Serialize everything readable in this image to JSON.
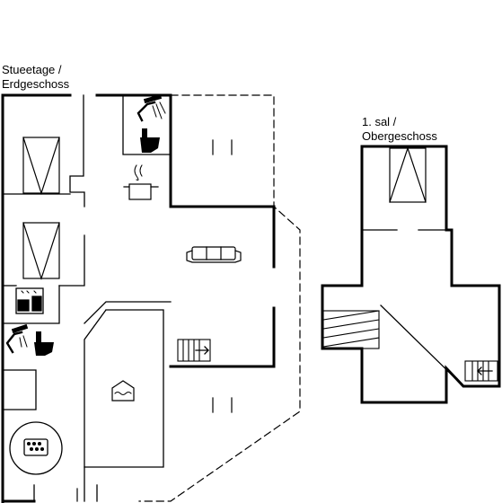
{
  "labels": {
    "ground_floor": [
      "Stueetage /",
      "Erdgeschoss"
    ],
    "upper_floor": [
      "1. sal /",
      "Obergeschoss"
    ]
  },
  "colors": {
    "wall": "#000000",
    "background": "#ffffff"
  },
  "icons": [
    "shower-icon",
    "toilet-icon",
    "stove-icon",
    "sofa-icon",
    "washer-dryer-icon",
    "staircase-icon",
    "pool-icon",
    "whirlpool-icon",
    "bed-icon"
  ]
}
